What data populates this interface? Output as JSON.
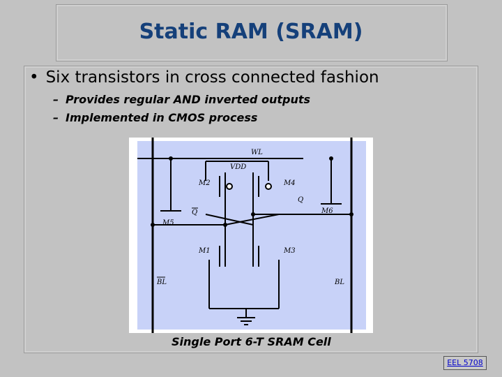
{
  "slide": {
    "title": "Static RAM (SRAM)",
    "bullet": "Six transistors in cross connected fashion",
    "sub_bullets": [
      "Provides regular AND inverted outputs",
      "Implemented in CMOS process"
    ],
    "caption": "Single Port 6-T SRAM Cell",
    "footer": "EEL 5708"
  },
  "diagram": {
    "word_line": "WL",
    "vdd": "VDD",
    "bitline_left": "BL",
    "bitline_right": "BL",
    "node_q": "Q",
    "node_qbar": "Q",
    "transistors": [
      "M1",
      "M2",
      "M3",
      "M4",
      "M5",
      "M6"
    ],
    "colors": {
      "panel": "#c8d2f8",
      "ink": "#000000"
    }
  }
}
